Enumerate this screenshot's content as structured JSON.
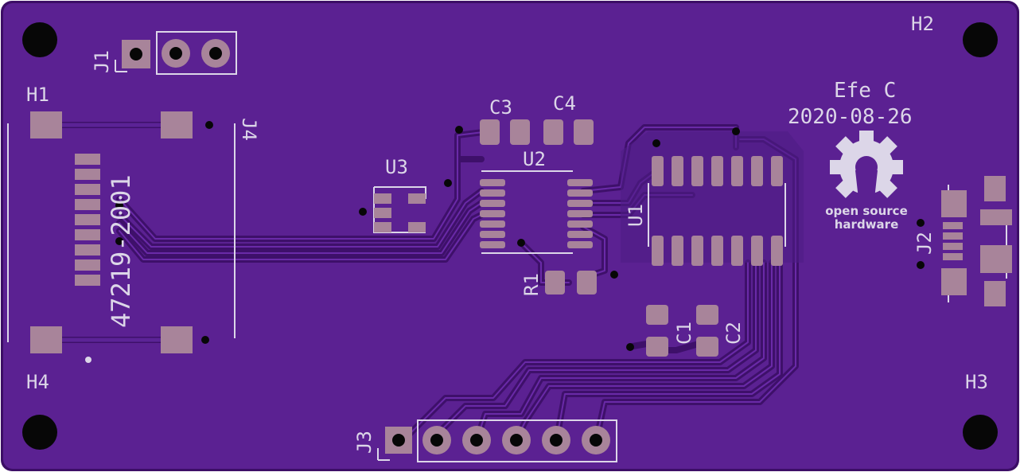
{
  "board": {
    "colors": {
      "substrate": "#4b1a78",
      "board": "#5b2192",
      "trace": "#5b2396",
      "trace_edge": "#3e106a",
      "pad": "#a8849a",
      "silk": "#dcd6e8",
      "hole": "#070707"
    },
    "labels": {
      "h1": "H1",
      "h2": "H2",
      "h3": "H3",
      "h4": "H4",
      "j1": "J1",
      "j2": "J2",
      "j3": "J3",
      "j4": "J4",
      "u1": "U1",
      "u2": "U2",
      "u3": "U3",
      "c1": "C1",
      "c2": "C2",
      "c3": "C3",
      "c4": "C4",
      "r1": "R1"
    },
    "part_number": "47219-2001",
    "author": "Efe C",
    "date": "2020-08-26",
    "logo": {
      "line1": "open source",
      "line2": "hardware",
      "icon": "gear-logo-icon"
    }
  }
}
